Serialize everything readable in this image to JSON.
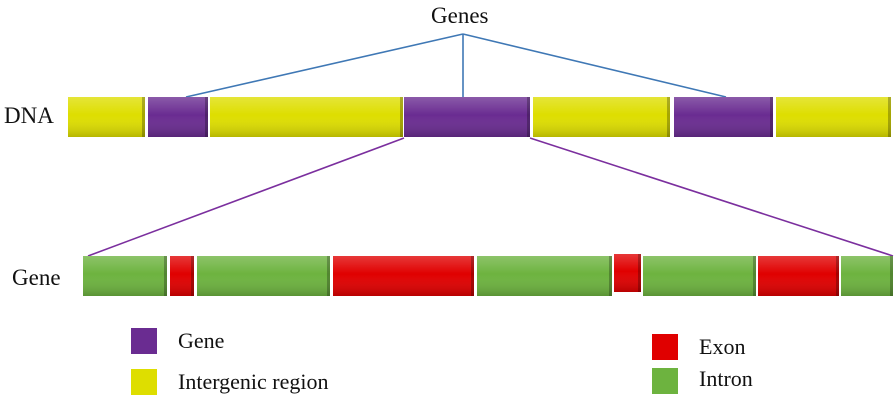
{
  "title": "Genes",
  "row_labels": {
    "dna": "DNA",
    "gene": "Gene"
  },
  "colors": {
    "gene": "#6a2c91",
    "intergenic": "#dede00",
    "exon": "#e00000",
    "intron": "#6db33f",
    "gene_pointer_line": "#3f78b5",
    "zoom_line": "#7b2f9e"
  },
  "dna_segments": [
    "intergenic",
    "gene",
    "intergenic",
    "gene",
    "intergenic",
    "gene",
    "intergenic"
  ],
  "gene_segments": [
    "intron",
    "exon",
    "intron",
    "exon",
    "intron",
    "exon",
    "intron",
    "exon",
    "intron"
  ],
  "legend": {
    "gene": "Gene",
    "intergenic": "Intergenic region",
    "exon": "Exon",
    "intron": "Intron"
  }
}
